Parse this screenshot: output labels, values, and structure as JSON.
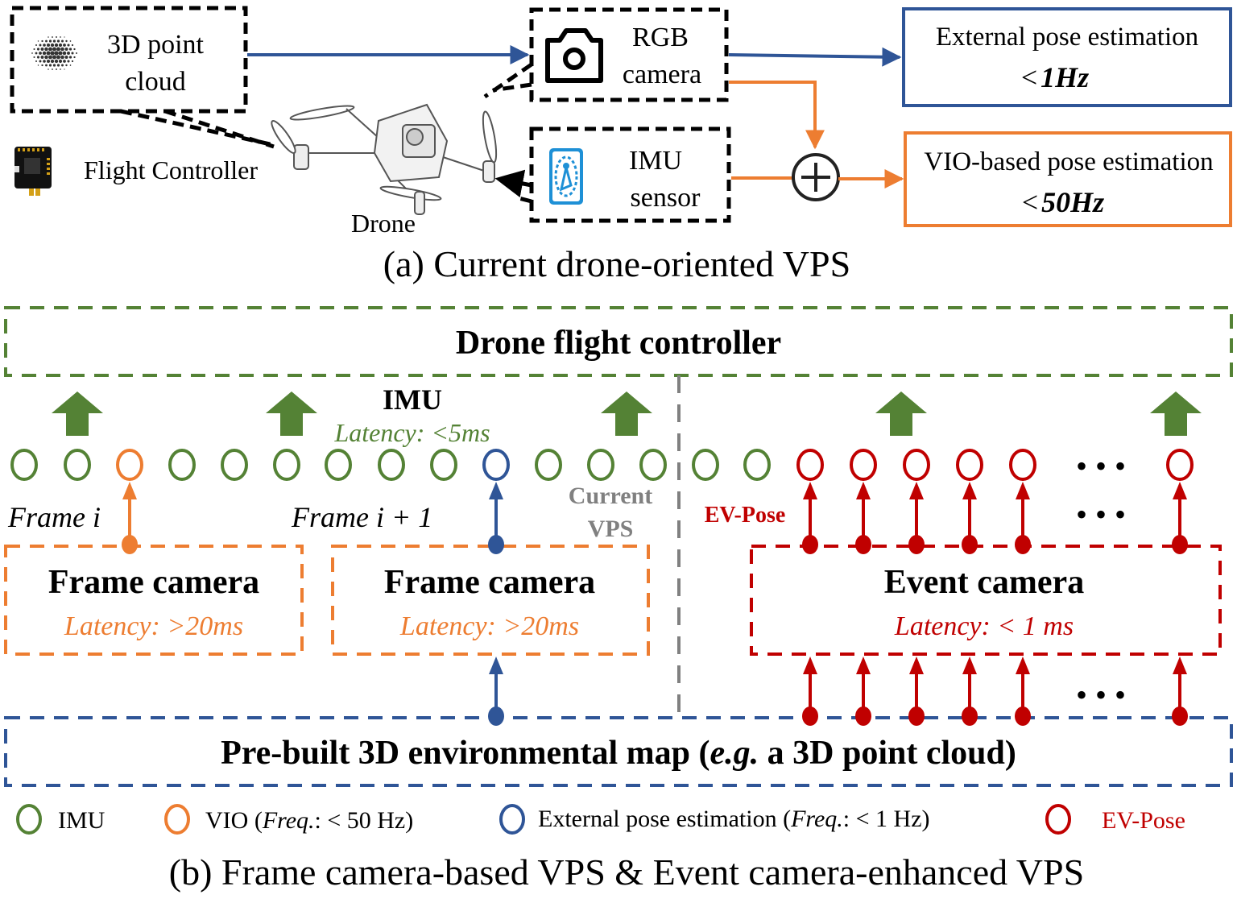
{
  "colors": {
    "green": "#548235",
    "orange": "#ED7D31",
    "blue": "#2F5597",
    "red": "#C00000",
    "gray": "#808080",
    "black": "#000000",
    "imu_icon": "#1E90D6"
  },
  "panel_a": {
    "point_cloud_box": {
      "line1": "3D point",
      "line2": "cloud",
      "icon": "point-cloud-icon"
    },
    "flight_controller": {
      "label": "Flight Controller",
      "icon": "flight-controller-board-icon"
    },
    "drone": {
      "label": "Drone",
      "icon": "drone-icon"
    },
    "rgb_camera_box": {
      "line1": "RGB",
      "line2": "camera",
      "icon": "camera-icon"
    },
    "imu_sensor_box": {
      "line1": "IMU",
      "line2": "sensor",
      "icon": "imu-sensor-icon"
    },
    "fusion_symbol": "⊕",
    "external_pose_box": {
      "line1": "External pose estimation",
      "line2_prefix": "<",
      "line2_value": "1Hz"
    },
    "vio_pose_box": {
      "line1": "VIO-based pose estimation",
      "line2_prefix": "<",
      "line2_value": "50Hz"
    },
    "caption": "(a) Current drone-oriented VPS"
  },
  "panel_b": {
    "flight_controller_box": "Drone flight controller",
    "imu_title": "IMU",
    "imu_latency": "Latency: <5ms",
    "frame_i_label": "Frame i",
    "frame_i1_label": "Frame i + 1",
    "current_vps_line1": "Current",
    "current_vps_line2": "VPS",
    "ev_pose_label": "EV-Pose",
    "frame_camera_1": {
      "title": "Frame camera",
      "latency": "Latency: >20ms"
    },
    "frame_camera_2": {
      "title": "Frame camera",
      "latency": "Latency: >20ms"
    },
    "event_camera": {
      "title": "Event camera",
      "latency": "Latency: < 1 ms"
    },
    "map_box": {
      "prefix": "Pre-built 3D environmental map (",
      "eg": "e.g.",
      "suffix": " a 3D point cloud)"
    },
    "timeline_markers": [
      "imu",
      "imu",
      "vio",
      "imu",
      "imu",
      "imu",
      "imu",
      "imu",
      "imu",
      "external",
      "imu",
      "imu",
      "imu",
      "imu",
      "imu",
      "ev",
      "ev",
      "ev",
      "ev",
      "ev",
      "ellipsis",
      "ev"
    ],
    "ellipsis": "• • •",
    "legend": [
      {
        "type": "imu",
        "label": "IMU"
      },
      {
        "type": "vio",
        "label_prefix": "VIO (",
        "label_italic": "Freq.",
        "label_suffix": ": < 50 Hz)"
      },
      {
        "type": "external",
        "label_prefix": "External pose estimation (",
        "label_italic": "Freq.",
        "label_suffix": ": < 1 Hz)"
      },
      {
        "type": "ev",
        "label": "EV-Pose"
      }
    ],
    "caption": "(b) Frame camera-based VPS & Event camera-enhanced VPS"
  }
}
